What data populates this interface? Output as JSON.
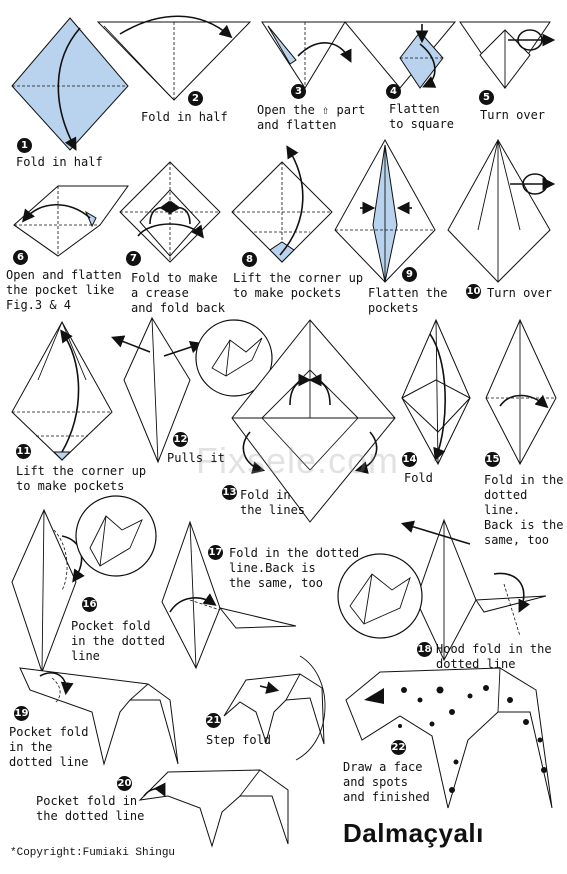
{
  "watermark": "Fixsele.com",
  "title": "Dalmaçyalı",
  "copyright": "*Copyright:Fumiaki Shingu",
  "steps": [
    {
      "num": "1",
      "text": "Fold in half"
    },
    {
      "num": "2",
      "text": "Fold in half"
    },
    {
      "num": "3",
      "text": "Open the ⇧ part\nand flatten"
    },
    {
      "num": "4",
      "text": "Flatten\nto square"
    },
    {
      "num": "5",
      "text": "Turn over"
    },
    {
      "num": "6",
      "text": "Open and flatten\nthe pocket like\nFig.3 & 4"
    },
    {
      "num": "7",
      "text": "Fold to make\na crease\nand fold back"
    },
    {
      "num": "8",
      "text": "Lift the corner up\nto make pockets"
    },
    {
      "num": "9",
      "text": "Flatten the\npockets"
    },
    {
      "num": "10",
      "text": "Turn over"
    },
    {
      "num": "11",
      "text": "Lift the corner up\nto make pockets"
    },
    {
      "num": "12",
      "text": "Pulls it"
    },
    {
      "num": "13",
      "text": "Fold in\nthe lines"
    },
    {
      "num": "14",
      "text": "Fold"
    },
    {
      "num": "15",
      "text": "Fold in the\ndotted line.\nBack is the\nsame, too"
    },
    {
      "num": "16",
      "text": "Pocket fold\nin the dotted\nline"
    },
    {
      "num": "17",
      "text": "Fold in the dotted\nline.Back is\nthe same, too"
    },
    {
      "num": "18",
      "text": "Hood fold in the\ndotted line"
    },
    {
      "num": "19",
      "text": "Pocket fold\nin the\ndotted line"
    },
    {
      "num": "20",
      "text": "Pocket fold in\nthe dotted line"
    },
    {
      "num": "21",
      "text": "Step fold"
    },
    {
      "num": "22",
      "text": "Draw a face\nand spots\nand finished"
    }
  ]
}
